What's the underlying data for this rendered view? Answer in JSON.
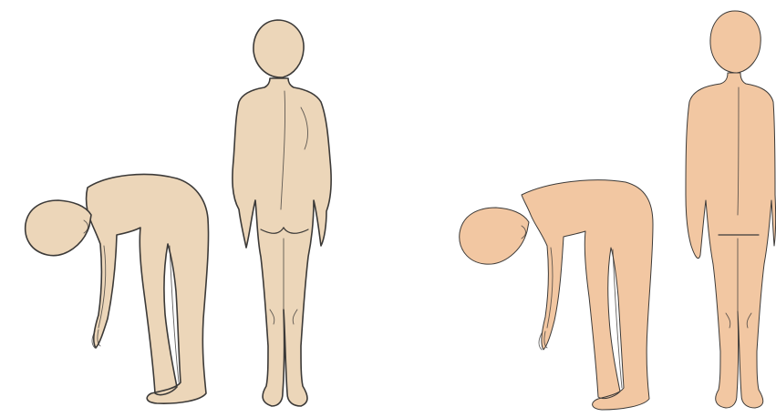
{
  "illustration": {
    "panels": [
      {
        "id": "left",
        "figures": [
          "forward-bend",
          "standing-back-view"
        ]
      },
      {
        "id": "right",
        "figures": [
          "forward-bend",
          "standing-back-view"
        ]
      }
    ]
  },
  "colors": {
    "left_fill": "#ecd6b9",
    "right_fill": "#f2c7a2",
    "outline": "#3c3a38",
    "background": "#ffffff"
  }
}
